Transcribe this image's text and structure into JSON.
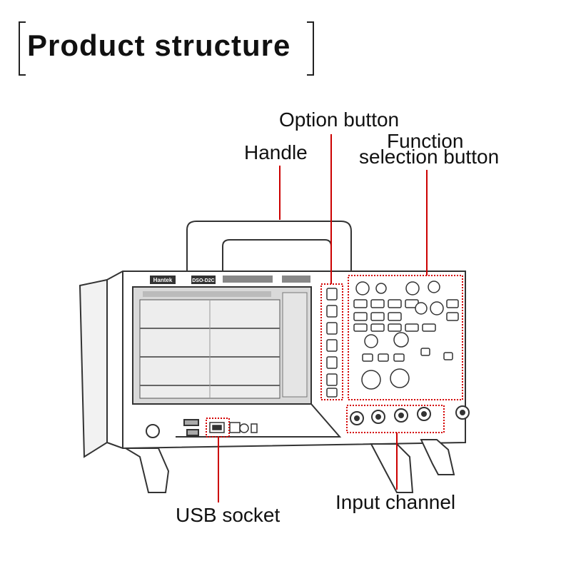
{
  "title": "Product structure",
  "callouts": {
    "option_button": "Option button",
    "handle": "Handle",
    "function_line1": "Function",
    "function_line2": "selection button",
    "usb_socket": "USB socket",
    "input_channel": "Input channel"
  },
  "device": {
    "brand": "Hantek",
    "model": "DSO-D2C"
  },
  "colors": {
    "outline": "#333333",
    "callout_line": "#cc0000",
    "highlight": "#d40000"
  }
}
